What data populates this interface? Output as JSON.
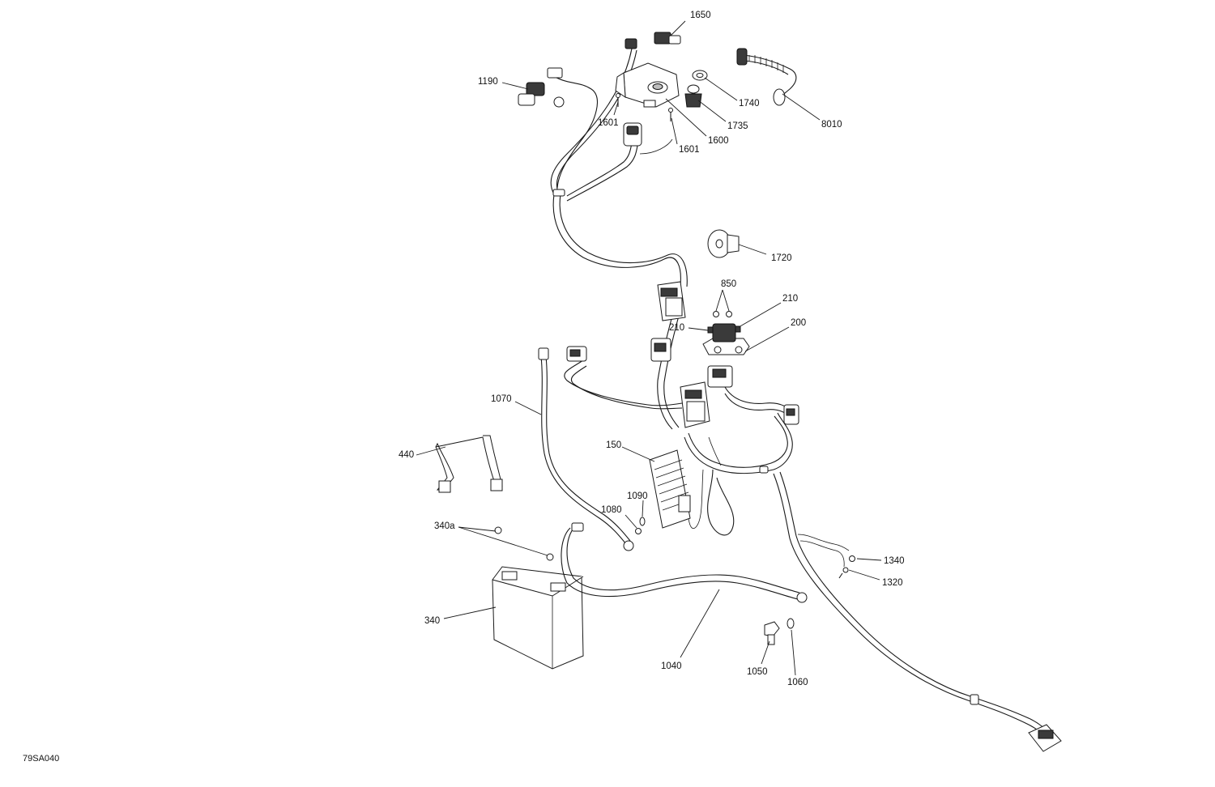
{
  "figure_code": "79SA040",
  "callouts": [
    {
      "id": "c1650",
      "text": "1650"
    },
    {
      "id": "c1190",
      "text": "1190"
    },
    {
      "id": "c1740",
      "text": "1740"
    },
    {
      "id": "c8010",
      "text": "8010"
    },
    {
      "id": "c1601a",
      "text": "1601"
    },
    {
      "id": "c1735",
      "text": "1735"
    },
    {
      "id": "c1600",
      "text": "1600"
    },
    {
      "id": "c1601b",
      "text": "1601"
    },
    {
      "id": "c1720",
      "text": "1720"
    },
    {
      "id": "c850",
      "text": "850"
    },
    {
      "id": "c210a",
      "text": "210"
    },
    {
      "id": "c210b",
      "text": "210"
    },
    {
      "id": "c200",
      "text": "200"
    },
    {
      "id": "c1070",
      "text": "1070"
    },
    {
      "id": "c150",
      "text": "150"
    },
    {
      "id": "c440",
      "text": "440"
    },
    {
      "id": "c1090",
      "text": "1090"
    },
    {
      "id": "c1080",
      "text": "1080"
    },
    {
      "id": "c340a",
      "text": "340a"
    },
    {
      "id": "c1340",
      "text": "1340"
    },
    {
      "id": "c1320",
      "text": "1320"
    },
    {
      "id": "c340",
      "text": "340"
    },
    {
      "id": "c1040",
      "text": "1040"
    },
    {
      "id": "c1050",
      "text": "1050"
    },
    {
      "id": "c1060",
      "text": "1060"
    }
  ]
}
